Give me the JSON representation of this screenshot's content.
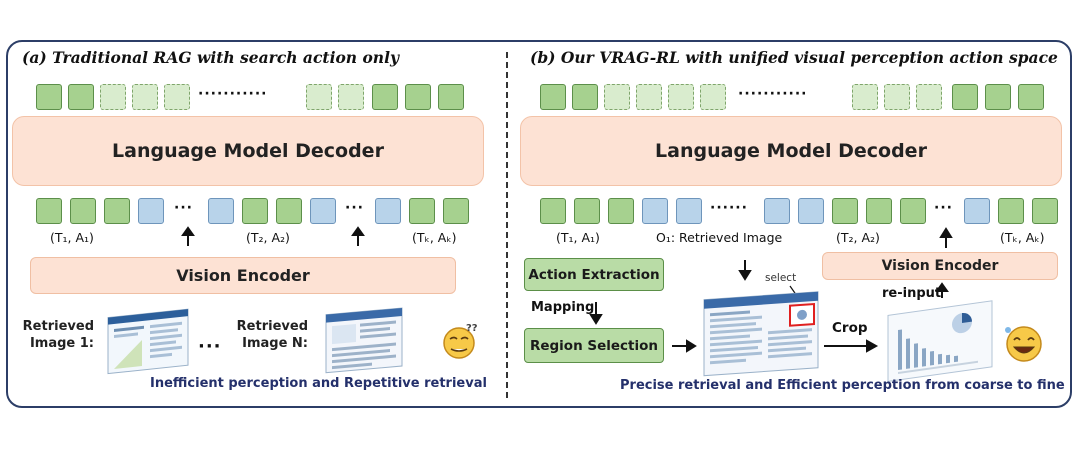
{
  "panel_a": {
    "title": "(a) Traditional RAG with search action only",
    "top_dots": "···········",
    "decoder_label": "Language Model Decoder",
    "mid_dots_1": "···",
    "mid_dots_2": "···",
    "label_1": "(T₁, A₁)",
    "label_2": "(T₂, A₂)",
    "label_k": "(Tₖ, Aₖ)",
    "encoder_label": "Vision Encoder",
    "image_1_line1": "Retrieved",
    "image_1_line2": "Image 1:",
    "image_dots": "···",
    "image_n_line1": "Retrieved",
    "image_n_line2": "Image N:",
    "caption": "Inefficient perception and Repetitive retrieval"
  },
  "panel_b": {
    "title": "(b) Our VRAG-RL with unified visual perception action space",
    "top_dots": "···········",
    "decoder_label": "Language Model Decoder",
    "mid_dots_1": "······",
    "mid_dots_2": "···",
    "label_1": "(T₁, A₁)",
    "label_o1": "O₁: Retrieved Image",
    "label_2": "(T₂, A₂)",
    "label_k": "(Tₖ, Aₖ)",
    "action_extraction": "Action Extraction",
    "mapping": "Mapping",
    "region_selection": "Region Selection",
    "select": "select",
    "crop": "Crop",
    "encoder_label": "Vision Encoder",
    "reinput": "re-input",
    "caption": "Precise retrieval and Efficient perception from coarse to fine"
  },
  "colors": {
    "frame": "#2c3e67",
    "decoder_fill": "#fde2d4",
    "token_green": "#a6d18f",
    "token_blue": "#b8d3ea",
    "action_box": "#b9dca6",
    "caption_text": "#24306b"
  },
  "icons": [
    "confused-emoji-icon",
    "happy-emoji-icon",
    "document-thumbnail-icon",
    "chart-thumbnail-icon"
  ]
}
